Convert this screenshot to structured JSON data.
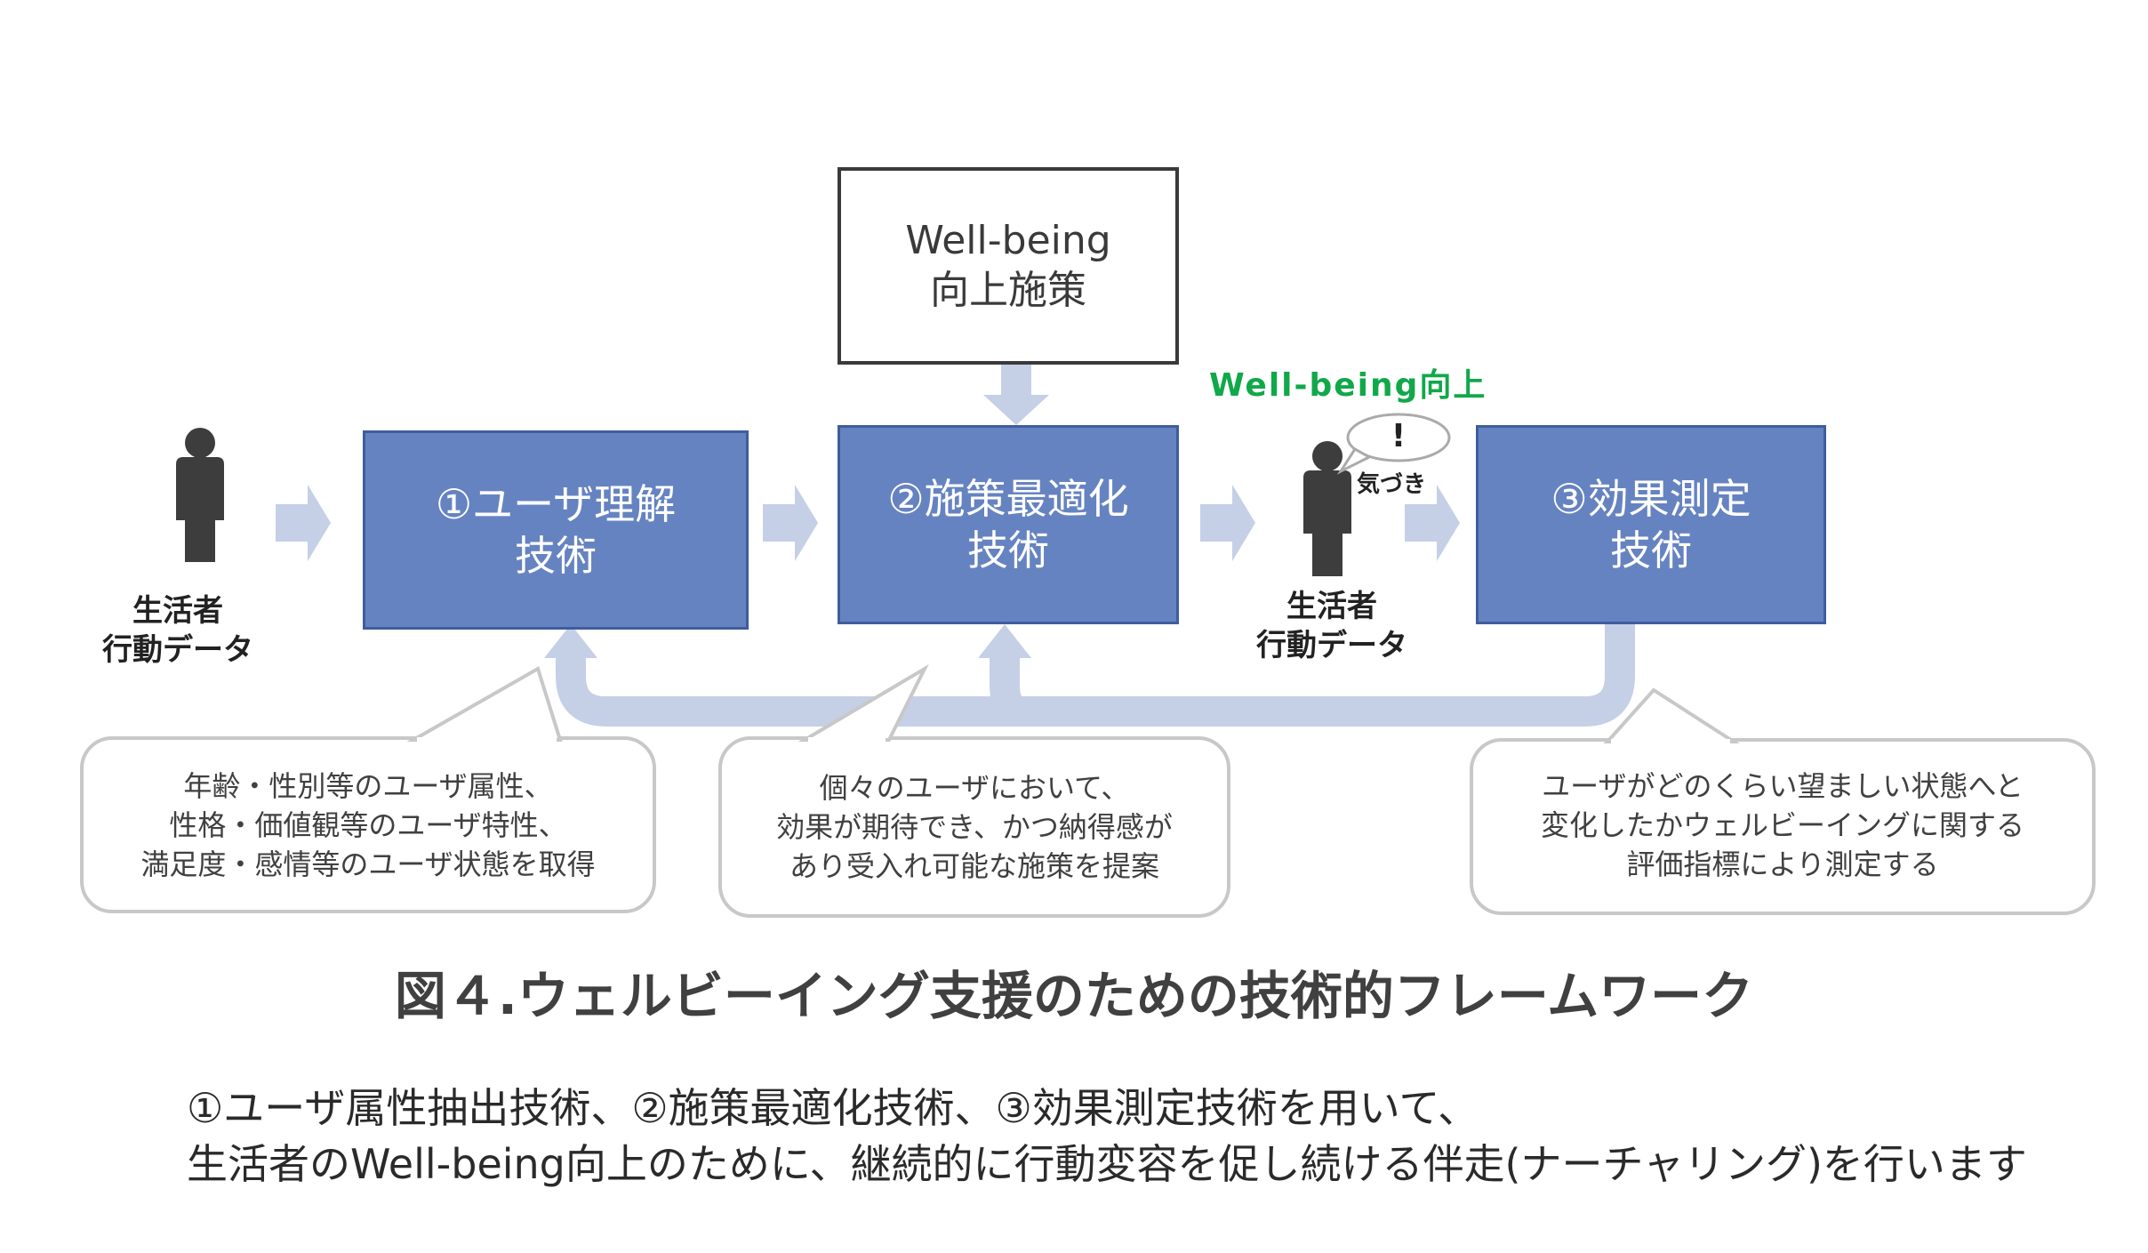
{
  "boxes": {
    "top": {
      "line1": "Well-being",
      "line2": "向上施策"
    },
    "b1": {
      "line1": "①ユーザ理解",
      "line2": "技術"
    },
    "b2": {
      "line1": "②施策最適化",
      "line2": "技術"
    },
    "b3": {
      "line1": "③効果測定",
      "line2": "技術"
    }
  },
  "people": {
    "left": {
      "line1": "生活者",
      "line2": "行動データ"
    },
    "mid": {
      "line1": "生活者",
      "line2": "行動データ"
    },
    "speech_mark": "!",
    "speech_label": "気づき"
  },
  "wellbeing_up": "Well-being向上",
  "callouts": {
    "c1": [
      "年齢・性別等のユーザ属性、",
      "性格・価値観等のユーザ特性、",
      "満足度・感情等のユーザ状態を取得"
    ],
    "c2": [
      "個々のユーザにおいて、",
      "効果が期待でき、かつ納得感が",
      "あり受入れ可能な施策を提案"
    ],
    "c3": [
      "ユーザがどのくらい望ましい状態へと",
      "変化したかウェルビーイングに関する",
      "評価指標により測定する"
    ]
  },
  "figure_title": "図４.ウェルビーイング支援のための技術的フレームワーク",
  "caption": {
    "line1": "①ユーザ属性抽出技術、②施策最適化技術、③効果測定技術を用いて、",
    "line2": "生活者のWell-being向上のために、継続的に行動変容を促し続ける伴走(ナーチャリング)を行います"
  },
  "colors": {
    "box_fill": "#6683c1",
    "arrow": "#c5d0e6",
    "green": "#11a84a"
  }
}
